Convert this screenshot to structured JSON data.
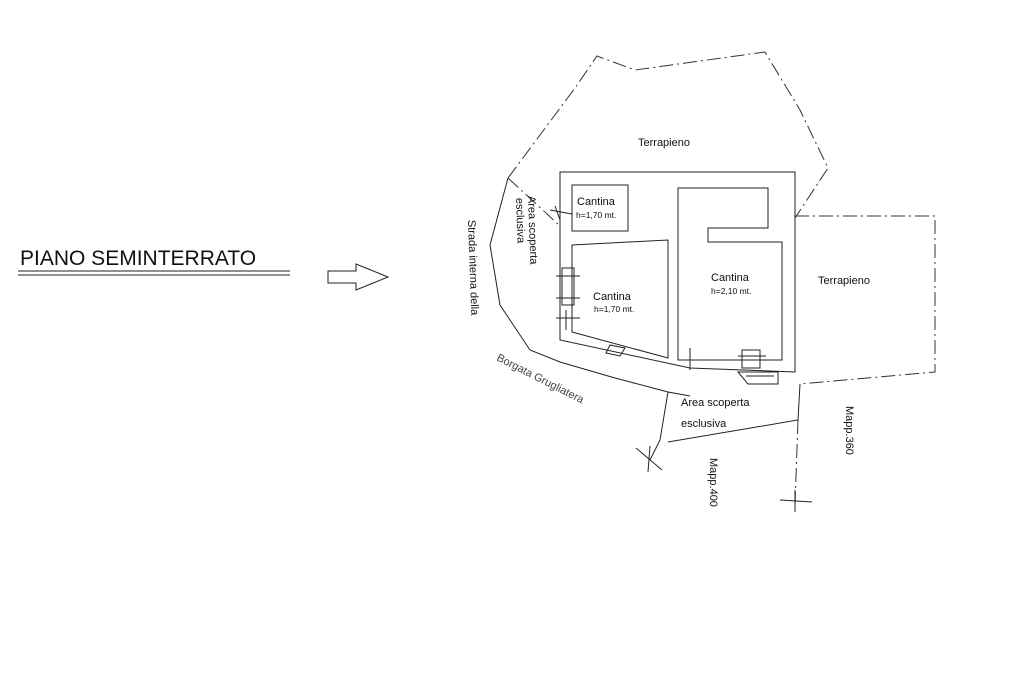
{
  "title": "PIANO SEMINTERRATO",
  "labels": {
    "terrapieno_top": "Terrapieno",
    "terrapieno_right": "Terrapieno",
    "cantina_small": "Cantina",
    "cantina_small_h": "h=1,70 mt.",
    "cantina_left": "Cantina",
    "cantina_left_h": "h=1,70 mt.",
    "cantina_big": "Cantina",
    "cantina_big_h": "h=2,10 mt.",
    "area_left_1": "Area scoperta",
    "area_left_2": "esclusiva",
    "area_bottom_1": "Area scoperta",
    "area_bottom_2": "esclusiva",
    "strada": "Strada interna della",
    "borgata": "Borgata Grugliatera",
    "mapp400": "Mapp.400",
    "mapp360": "Mapp.360"
  }
}
